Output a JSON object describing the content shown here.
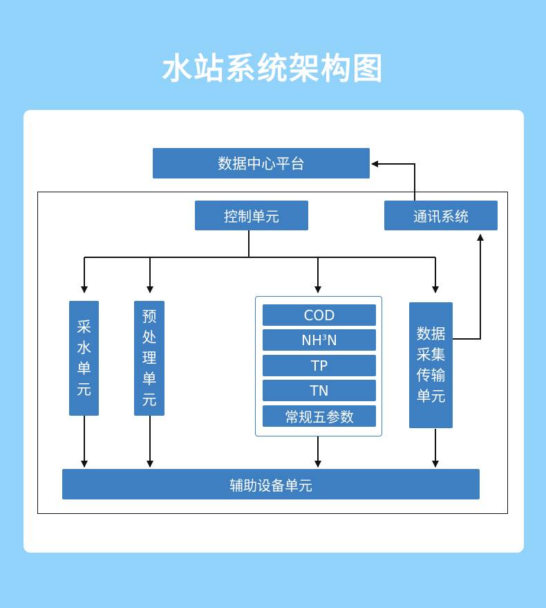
{
  "title": "水站系统架构图",
  "nodes": {
    "data_center": "数据中心平台",
    "control_unit": "控制单元",
    "comm_system": "通讯系统",
    "sampling_unit": [
      "采",
      "水",
      "单",
      "元"
    ],
    "pretreat_unit": [
      "预",
      "处",
      "理",
      "单",
      "元"
    ],
    "params": {
      "cod": "COD",
      "nh3n_a": "NH",
      "nh3n_sup": "3",
      "nh3n_b": "N",
      "tp": "TP",
      "tn": "TN",
      "five": "常规五参数"
    },
    "acq_unit": [
      "数据",
      "采集",
      "传输",
      "单元"
    ],
    "aux_unit": "辅助设备单元"
  },
  "colors": {
    "background": "#91d2fb",
    "card": "#ffffff",
    "box": "#3e7fc1",
    "line": "#111111"
  }
}
